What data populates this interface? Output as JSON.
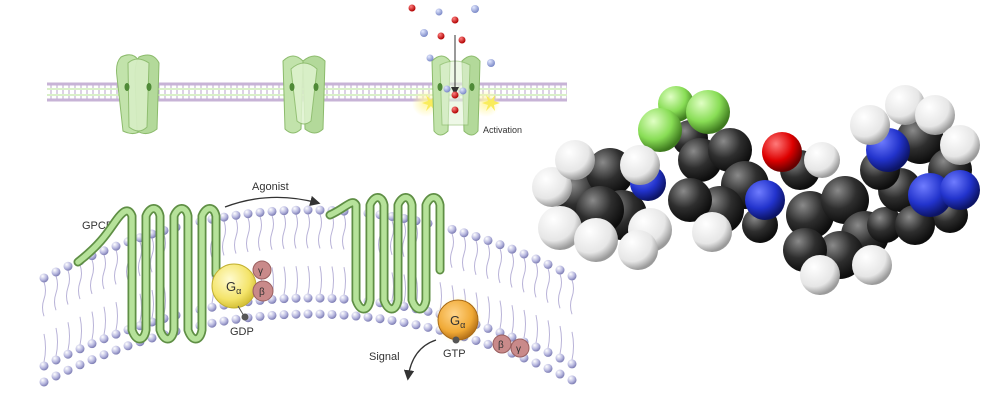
{
  "ion_channel_panel": {
    "activation_label": "Activation"
  },
  "gpcr_panel": {
    "receptor_label": "GPCR",
    "agonist_label": "Agonist",
    "g_alpha_label": "G",
    "alpha_sub": "α",
    "beta_label": "β",
    "gamma_label": "γ",
    "gdp_label": "GDP",
    "gtp_label": "GTP",
    "signal_label": "Signal"
  },
  "colors": {
    "membrane_lipid": "#c9b8d6",
    "channel_green": "#b8dba0",
    "receptor_green": "#a8d68a",
    "g_alpha_yellow": "#f4e46a",
    "g_alpha_orange": "#f0a935",
    "beta_gamma": "#c98a8a",
    "atom_carbon": "#2e2e2e",
    "atom_hydrogen": "#f2f2f2",
    "atom_nitrogen": "#2233cc",
    "atom_oxygen": "#dd0000",
    "atom_fluorine": "#88dd55"
  }
}
